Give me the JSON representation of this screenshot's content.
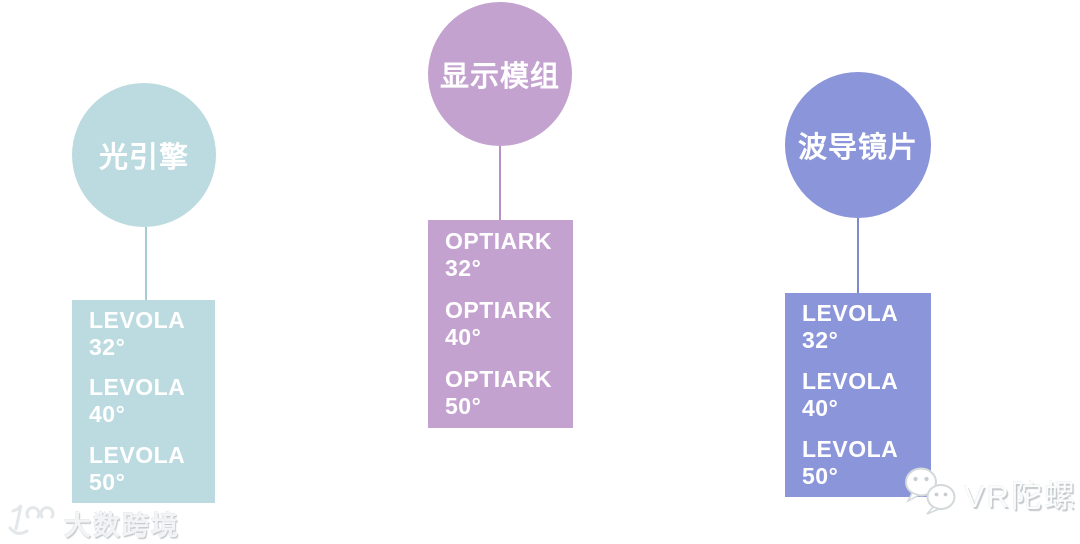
{
  "background": "#ffffff",
  "text_color": "#ffffff",
  "columns": [
    {
      "id": "light-engine",
      "circle_label": "光引擎",
      "color": "#bcdbe0",
      "line_color": "#a3ccd3",
      "items": [
        "LEVOLA 32°",
        "LEVOLA 40°",
        "LEVOLA 50°"
      ]
    },
    {
      "id": "display-module",
      "circle_label": "显示模组",
      "color": "#c3a2d0",
      "line_color": "#b890c6",
      "items": [
        "OPTIARK 32°",
        "OPTIARK 40°",
        "OPTIARK 50°"
      ]
    },
    {
      "id": "waveguide-lens",
      "circle_label": "波导镜片",
      "color": "#8b95d9",
      "line_color": "#7e89d2",
      "items": [
        "LEVOLA 32°",
        "LEVOLA 40°",
        "LEVOLA 50°"
      ]
    }
  ],
  "watermarks": {
    "bottom_left": {
      "logo": "100-logo",
      "text": "大数跨境"
    },
    "bottom_right": {
      "logo": "wechat-icon",
      "text": "VR陀螺"
    }
  }
}
